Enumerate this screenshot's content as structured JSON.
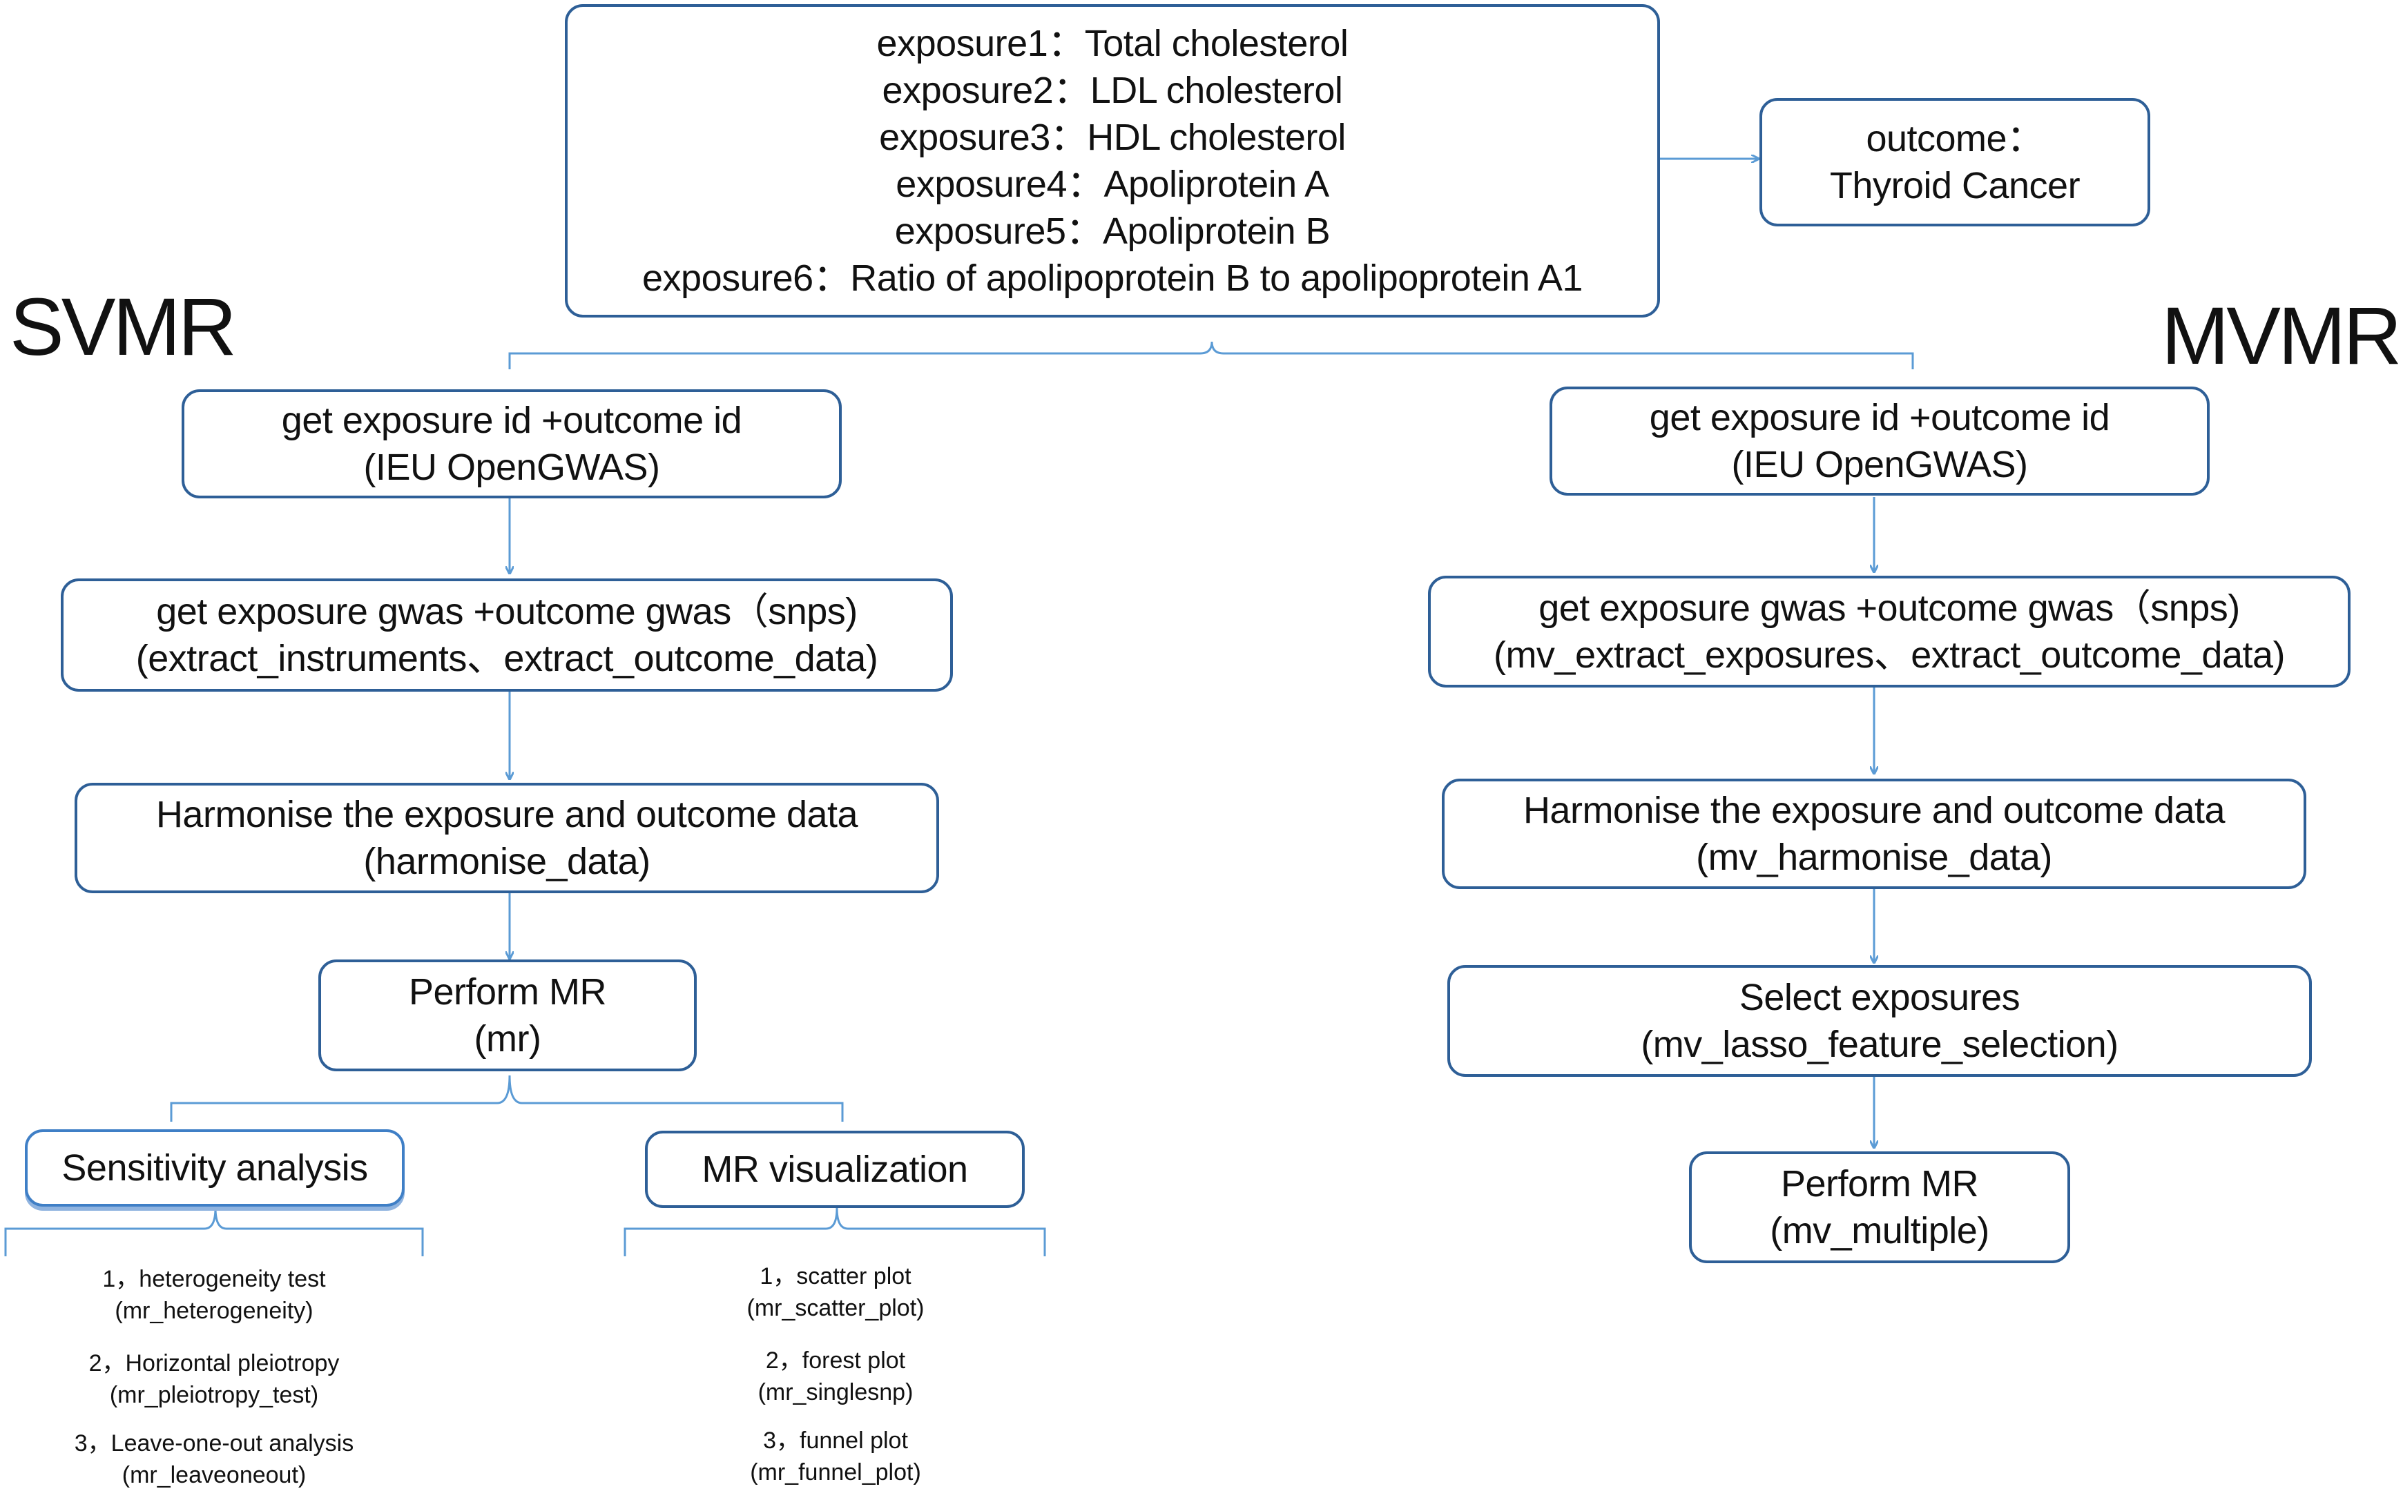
{
  "exposures_box": {
    "lines": [
      "exposure1：Total cholesterol",
      "exposure2：LDL cholesterol",
      "exposure3：HDL cholesterol",
      "exposure4：Apoliprotein A",
      "exposure5：Apoliprotein B",
      "exposure6：Ratio of apolipoprotein B to apolipoprotein A1"
    ]
  },
  "outcome_box": {
    "lines": [
      "outcome：",
      "Thyroid Cancer"
    ]
  },
  "svmr": {
    "title": "SVMR",
    "steps": [
      {
        "lines": [
          "get exposure id +outcome id",
          "(IEU OpenGWAS)"
        ]
      },
      {
        "lines": [
          "get exposure  gwas +outcome gwas（snps)",
          "(extract_instruments、extract_outcome_data)"
        ]
      },
      {
        "lines": [
          "Harmonise the exposure and outcome data",
          "(harmonise_data)"
        ]
      },
      {
        "lines": [
          "Perform MR",
          "(mr)"
        ]
      }
    ],
    "sensitivity": {
      "label": "Sensitivity analysis",
      "items": [
        {
          "line1": "1，heterogeneity test",
          "line2": "(mr_heterogeneity)"
        },
        {
          "line1": "2，Horizontal pleiotropy",
          "line2": "(mr_pleiotropy_test)"
        },
        {
          "line1": "3，Leave-one-out analysis",
          "line2": "(mr_leaveoneout)"
        }
      ]
    },
    "visualization": {
      "label": "MR visualization",
      "items": [
        {
          "line1": "1，scatter plot",
          "line2": "(mr_scatter_plot)"
        },
        {
          "line1": "2，forest plot",
          "line2": "(mr_singlesnp)"
        },
        {
          "line1": "3，funnel plot",
          "line2": "(mr_funnel_plot)"
        }
      ]
    }
  },
  "mvmr": {
    "title": "MVMR",
    "steps": [
      {
        "lines": [
          "get exposure id +outcome id",
          "(IEU OpenGWAS)"
        ]
      },
      {
        "lines": [
          "get exposure  gwas +outcome gwas（snps)",
          "(mv_extract_exposures、extract_outcome_data)"
        ]
      },
      {
        "lines": [
          "Harmonise the exposure and outcome data",
          "(mv_harmonise_data)"
        ]
      },
      {
        "lines": [
          "Select exposures",
          "(mv_lasso_feature_selection)"
        ]
      },
      {
        "lines": [
          "Perform MR",
          "(mv_multiple)"
        ]
      }
    ]
  },
  "colors": {
    "border": "#2e5f97",
    "connector": "#5b9bd5",
    "text": "#111111"
  }
}
